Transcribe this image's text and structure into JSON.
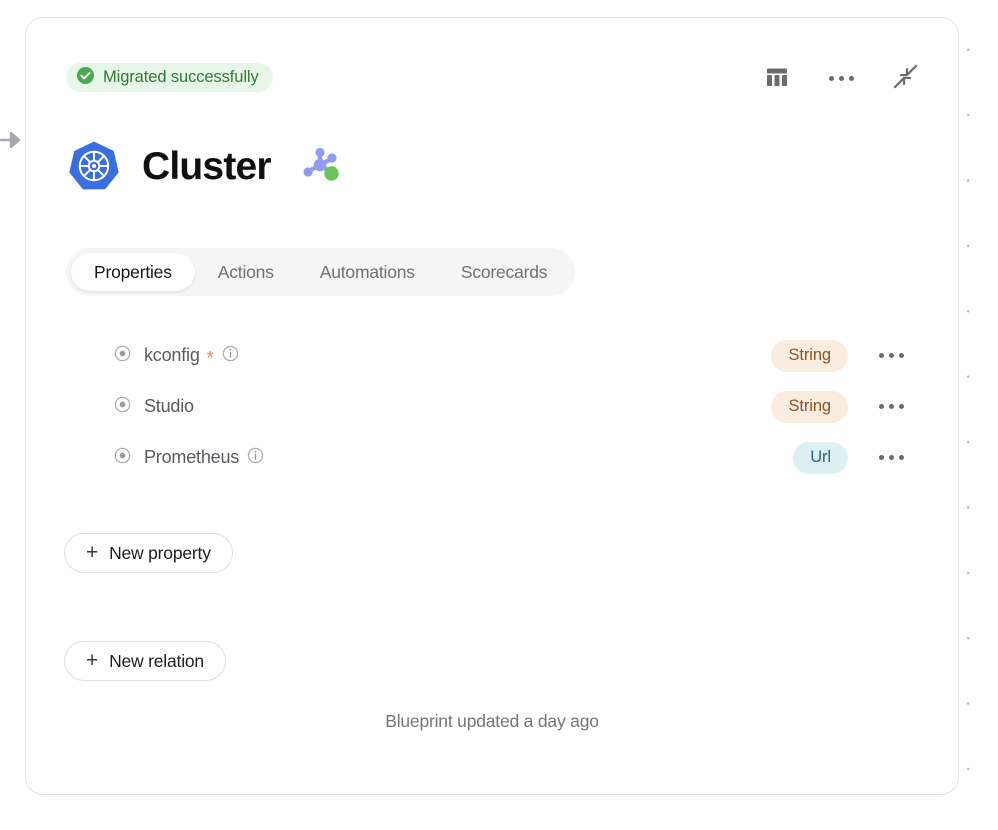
{
  "canvas": {
    "pointer_icon": "arrow-right-cursor"
  },
  "card": {
    "status": {
      "icon": "check-circle-icon",
      "label": "Migrated successfully",
      "color": "#2e7d33",
      "background": "#e7f6e8"
    },
    "header_actions": [
      {
        "name": "table-view-button",
        "icon": "table-icon"
      },
      {
        "name": "more-options-button",
        "icon": "ellipsis-icon"
      },
      {
        "name": "collapse-button",
        "icon": "collapse-arrows-icon"
      }
    ],
    "title": {
      "icon": "kubernetes-icon",
      "text": "Cluster",
      "badge_icon": "node-graph-icon"
    },
    "tabs": [
      {
        "label": "Properties",
        "active": true
      },
      {
        "label": "Actions",
        "active": false
      },
      {
        "label": "Automations",
        "active": false
      },
      {
        "label": "Scorecards",
        "active": false
      }
    ],
    "properties": [
      {
        "name": "kconfig",
        "required": true,
        "required_marker": "*",
        "has_info": true,
        "type": "String",
        "type_style": "string"
      },
      {
        "name": "Studio",
        "required": false,
        "required_marker": "",
        "has_info": false,
        "type": "String",
        "type_style": "string"
      },
      {
        "name": "Prometheus",
        "required": false,
        "required_marker": "",
        "has_info": true,
        "type": "Url",
        "type_style": "url"
      }
    ],
    "buttons": {
      "new_property": "New property",
      "new_relation": "New relation",
      "plus": "+"
    },
    "footer_note": "Blueprint updated a day ago"
  },
  "colors": {
    "accent_blue": "#3a6fe0",
    "success_green": "#47ab4f",
    "required_orange": "#f08e3c",
    "string_badge_bg": "#fbece0",
    "string_badge_fg": "#8a5426",
    "url_badge_bg": "#ddf0f4",
    "url_badge_fg": "#2a6673"
  }
}
